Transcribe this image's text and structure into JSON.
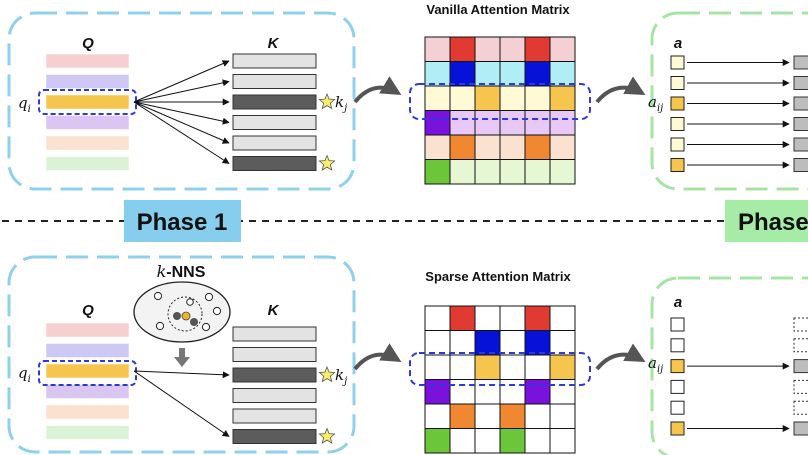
{
  "phase_labels": {
    "phase1": "Phase 1",
    "phase2": "Phase"
  },
  "top": {
    "matrix_title": "Vanilla Attention Matrix",
    "q_label": "Q",
    "k_label": "K",
    "a_label": "a",
    "qi": "q",
    "qi_sub": "i",
    "kj": "k",
    "kj_sub": "j",
    "aij": "a",
    "aij_sub": "ij",
    "matrix": [
      [
        "#f4cfd3",
        "#e03a32",
        "#f4cfd3",
        "#f4cfd3",
        "#e03a32",
        "#f4cfd3"
      ],
      [
        "#aeeef4",
        "#0612d8",
        "#aeeef4",
        "#aeeef4",
        "#0612d8",
        "#aeeef4"
      ],
      [
        "#fefad6",
        "#fefad6",
        "#f6c54e",
        "#fefad6",
        "#fefad6",
        "#f6c54e"
      ],
      [
        "#7a12dd",
        "#e7c8f7",
        "#e7c8f7",
        "#e7c8f7",
        "#e7c8f7",
        "#e7c8f7"
      ],
      [
        "#fbe1cf",
        "#ef8830",
        "#fbe1cf",
        "#fbe1cf",
        "#ef8830",
        "#fbe1cf"
      ],
      [
        "#6cc639",
        "#e6f8d3",
        "#e6f8d3",
        "#e6f8d3",
        "#e6f8d3",
        "#e6f8d3"
      ]
    ],
    "q_bars": [
      "#f7cfd0",
      "#cdc9f4",
      "#f6c54e",
      "#d9c6f2",
      "#fbe1cf",
      "#dcf2d6"
    ],
    "k_bars": [
      "light",
      "light",
      "dark",
      "light",
      "light",
      "dark"
    ],
    "stars": [
      2,
      5
    ],
    "a_boxes": [
      "#fefad6",
      "#fefad6",
      "#f6c54e",
      "#fefad6",
      "#fefad6",
      "#f6c54e"
    ],
    "v_boxes": [
      "solid",
      "solid",
      "solid",
      "solid",
      "solid",
      "solid"
    ]
  },
  "bottom": {
    "matrix_title": "Sparse Attention Matrix",
    "knns_k": "k",
    "knns_label": "-NNS",
    "q_label": "Q",
    "k_label": "K",
    "a_label": "a",
    "qi": "q",
    "qi_sub": "i",
    "kj": "k",
    "kj_sub": "j",
    "aij": "a",
    "aij_sub": "ij",
    "matrix": [
      [
        "#ffffff",
        "#e03a32",
        "#ffffff",
        "#ffffff",
        "#e03a32",
        "#ffffff"
      ],
      [
        "#ffffff",
        "#ffffff",
        "#0612d8",
        "#ffffff",
        "#0612d8",
        "#ffffff"
      ],
      [
        "#ffffff",
        "#ffffff",
        "#f6c54e",
        "#ffffff",
        "#ffffff",
        "#f6c54e"
      ],
      [
        "#7a12dd",
        "#ffffff",
        "#ffffff",
        "#ffffff",
        "#7a12dd",
        "#ffffff"
      ],
      [
        "#ffffff",
        "#ef8830",
        "#ffffff",
        "#ef8830",
        "#ffffff",
        "#ffffff"
      ],
      [
        "#6cc639",
        "#ffffff",
        "#ffffff",
        "#6cc639",
        "#ffffff",
        "#ffffff"
      ]
    ],
    "q_bars": [
      "#f7cfd0",
      "#cdc9f4",
      "#f6c54e",
      "#d9c6f2",
      "#fbe1cf",
      "#dcf2d6"
    ],
    "k_bars": [
      "light",
      "light",
      "dark",
      "light",
      "light",
      "dark"
    ],
    "stars": [
      2,
      5
    ],
    "arrow_rows": [
      2,
      5
    ],
    "a_boxes": [
      "#ffffff",
      "#ffffff",
      "#f6c54e",
      "#ffffff",
      "#ffffff",
      "#f6c54e"
    ],
    "v_boxes": [
      "dashed",
      "dashed",
      "solid",
      "dashed",
      "dashed",
      "solid"
    ]
  },
  "colors": {
    "phase1_fill": "#86cdee",
    "phase2_fill": "#a6eca6",
    "panel_border_blue": "#8fd0ec",
    "panel_border_green": "#a6e4a6",
    "highlight_dash": "#2f39d6",
    "k_light": "#e3e3e3",
    "k_dark": "#5c5c5c",
    "star": "#f7ee6a"
  }
}
